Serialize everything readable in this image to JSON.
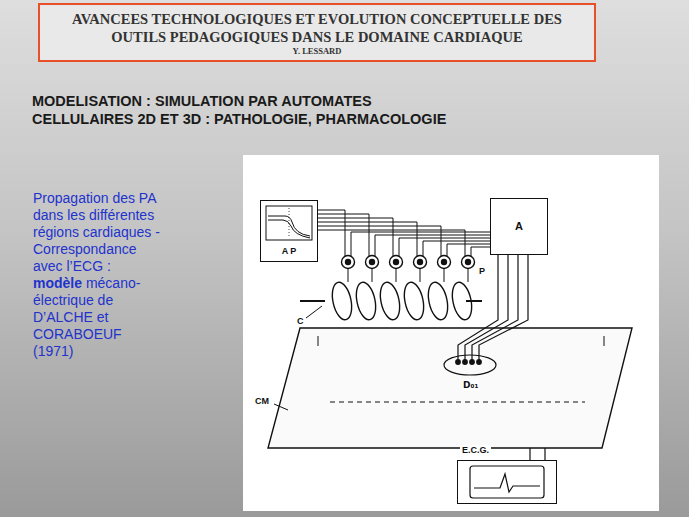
{
  "diagram": {
    "nodes": [
      {
        "text": [
          "AVANCEES TECHNOLOGIQUES ET EVOLUTION CONCEPTUELLE DES OUTILS PEDAGOGIQUES DANS LE DOMAINE CARDIAQUE",
          "Y. LESSARD"
        ]
      },
      {
        "text": [
          "A P"
        ]
      },
      {
        "text": [
          "A"
        ]
      },
      {
        "text": [
          "E.C.G."
        ]
      }
    ],
    "labels": [
      "MODELISATION : SIMULATION PAR AUTOMATES CELLULAIRES 2D ET 3D : PATHOLOGIE, PHARMACOLOGIE",
      "Propagation des PA dans les différentes régions cardiaques - Correspondance avec l’ECG :",
      "modèle",
      "mécano-électrique de D’ALCHE et CORABOEUF (1971)",
      "P",
      "C",
      "CM",
      "D₀₁"
    ]
  }
}
